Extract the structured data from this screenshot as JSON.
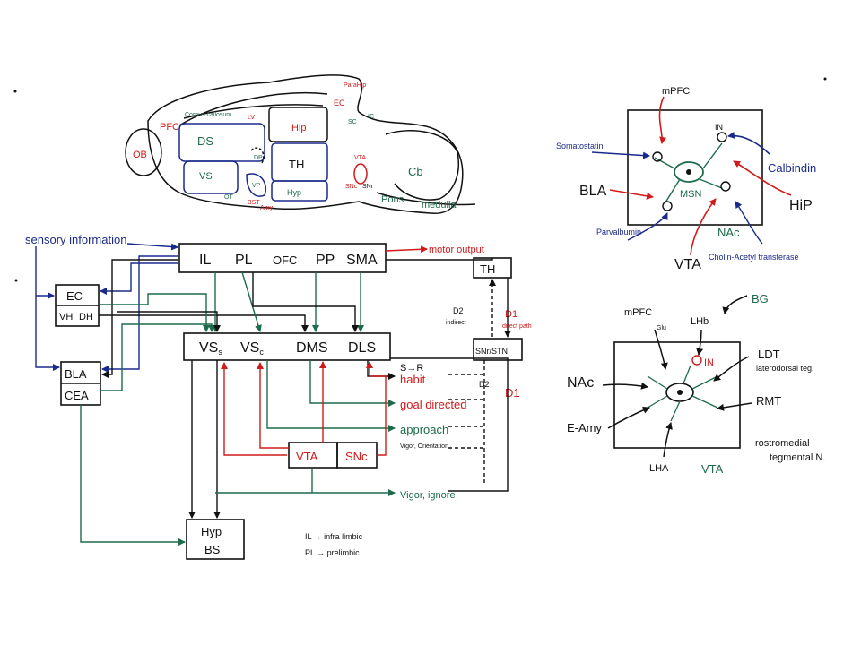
{
  "colors": {
    "ink": "#111111",
    "red": "#d11a1a",
    "green": "#1c6b4a",
    "blue": "#1a2a8c"
  },
  "brain": {
    "PFC": "PFC",
    "OB": "OB",
    "DS": "DS",
    "VS": "VS",
    "TH": "TH",
    "Hyp": "Hyp",
    "Hip": "Hip",
    "EC": "EC",
    "ParaHip": "ParaHip",
    "SC": "SC",
    "IC": "IC",
    "VTA": "VTA",
    "SNc": "SNc",
    "SNr": "SNr",
    "Pons": "Pons",
    "Medulla": "medulla",
    "Cb": "Cb",
    "Amy": "Amy",
    "DP": "DP",
    "VP": "VP",
    "OT": "OT",
    "LV": "LV",
    "CorpusCallosum": "Corpus callosum",
    "BST": "BST"
  },
  "circuit": {
    "sensory": "sensory information",
    "motor": "motor output",
    "cortex": [
      "IL",
      "PL",
      "OFC",
      "PP",
      "SMA"
    ],
    "striatum": [
      "VS",
      "VS",
      "DMS",
      "DLS"
    ],
    "striatum_sub": [
      "s",
      "c"
    ],
    "EC": "EC",
    "VH": "VH",
    "DH": "DH",
    "BLA": "BLA",
    "CEA": "CEA",
    "TH": "TH",
    "SNrSTN": "SNr/STN",
    "VTA": "VTA",
    "SNc": "SNc",
    "Hyp": "Hyp",
    "BS": "BS",
    "D2": "D2",
    "indirect": "indirect",
    "D1": "D1",
    "direct": "direct path",
    "D2b": "D2",
    "D1b": "D1",
    "outputs": [
      "S→R",
      "habit",
      "goal directed",
      "approach",
      "Vigor, Orientation",
      "Vigor, ignore"
    ],
    "legend": [
      "IL → infra limbic",
      "PL → prelimbic"
    ]
  },
  "msn": {
    "mPFC": "mPFC",
    "Somatostatin": "Somatostatin",
    "BLA": "BLA",
    "Parvalbumin": "Parvalbumin",
    "VTA": "VTA",
    "MSN": "MSN",
    "NAc": "NAc",
    "IN": "IN",
    "Calbindin": "Calbindin",
    "HiP": "HiP",
    "ChAT": "Cholin-Acetyl transferase"
  },
  "vta": {
    "BG": "BG",
    "LHb": "LHb",
    "mPFC": "mPFC",
    "Glu": "Glu",
    "LDT": "LDT",
    "LDT_full": "laterodorsal teg.",
    "NAc": "NAc",
    "IN": "IN",
    "EAmy": "E-Amy",
    "RMT": "RMT",
    "RMT_full1": "rostromedial",
    "RMT_full2": "tegmental N.",
    "LHA": "LHA",
    "VTA": "VTA"
  }
}
